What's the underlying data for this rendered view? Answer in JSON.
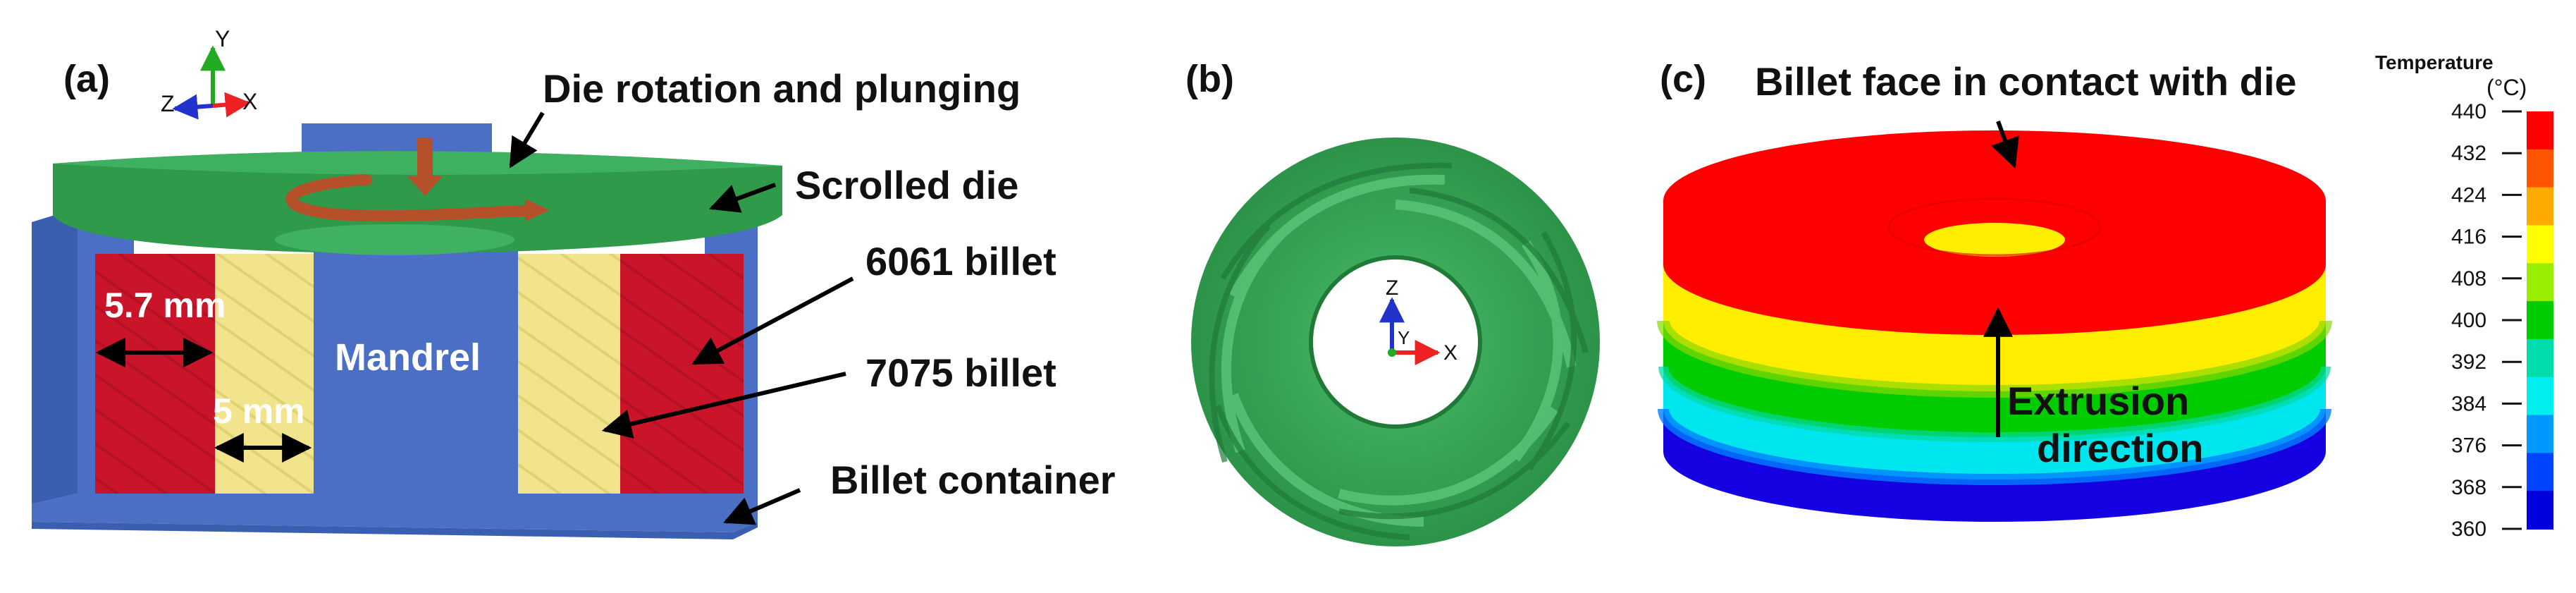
{
  "panel_a": {
    "label": "(a)",
    "annotations": {
      "die_motion": "Die rotation and plunging",
      "scrolled_die": "Scrolled die",
      "billet_6061": "6061 billet",
      "billet_7075": "7075 billet",
      "container": "Billet container",
      "mandrel": "Mandrel",
      "dim_6061": "5.7 mm",
      "dim_7075": "5 mm"
    },
    "axes": {
      "y": "Y",
      "z": "Z",
      "x": "X"
    }
  },
  "panel_b": {
    "label": "(b)",
    "axes": {
      "z": "Z",
      "y": "Y",
      "x": "X"
    }
  },
  "panel_c": {
    "label": "(c)",
    "annotations": {
      "contact_face": "Billet face in contact with die",
      "extrusion_line1": "Extrusion",
      "extrusion_line2": "direction"
    }
  },
  "legend": {
    "title": "Temperature",
    "unit": "(°C)",
    "ticks": [
      "440",
      "432",
      "424",
      "416",
      "408",
      "400",
      "392",
      "384",
      "376",
      "368",
      "360"
    ],
    "colors": [
      "#ff0000",
      "#ff5500",
      "#ffaa00",
      "#ffff00",
      "#99ee00",
      "#00cc00",
      "#00ddaa",
      "#00eeee",
      "#0099ff",
      "#0044ff",
      "#0000dd"
    ]
  },
  "colors": {
    "die_green": "#2e9a4a",
    "mandrel_blue": "#4a6fc4",
    "billet_red": "#c9142a",
    "billet_yellow": "#f2e48c",
    "arrow_brown": "#b5502a"
  }
}
